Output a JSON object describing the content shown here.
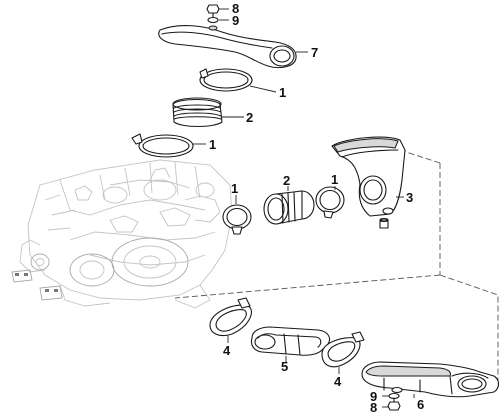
{
  "callouts": {
    "bolt_top": "8",
    "washer_top": "9",
    "upper_duct": "7",
    "clamp_upper_a": "1",
    "sleeve_upper": "2",
    "clamp_upper_b": "1",
    "clamp_mid_left": "1",
    "sleeve_mid": "2",
    "clamp_mid_right": "1",
    "intake_elbow": "3",
    "clamp_lower_left": "4",
    "lower_duct": "5",
    "clamp_lower_right": "4",
    "washer_bottom": "9",
    "bolt_bottom": "8",
    "lower_housing": "6"
  }
}
